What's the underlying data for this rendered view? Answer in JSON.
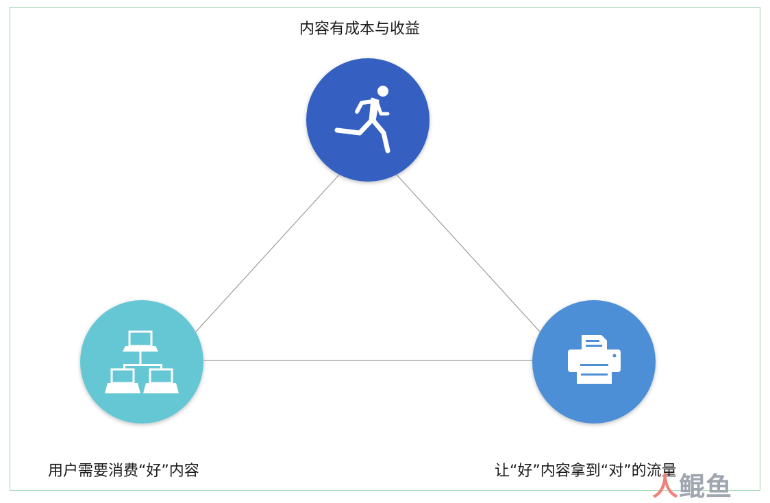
{
  "nodes": {
    "top": {
      "label": "内容有成本与收益",
      "icon": "running-person-icon",
      "color": "#3461c1"
    },
    "left": {
      "label": "用户需要消费“好”内容",
      "icon": "network-computers-icon",
      "color": "#66c7d4"
    },
    "right": {
      "label": "让“好”内容拿到“对”的流量",
      "icon": "printer-icon",
      "color": "#4d8fd6"
    }
  },
  "edges": [
    [
      "top",
      "left"
    ],
    [
      "top",
      "right"
    ],
    [
      "left",
      "right"
    ]
  ],
  "watermark": {
    "char1": "人",
    "char2": "鲲",
    "char3": "鱼"
  },
  "colors": {
    "frame": "#8fd1a6",
    "edge": "#9a9a9a"
  }
}
